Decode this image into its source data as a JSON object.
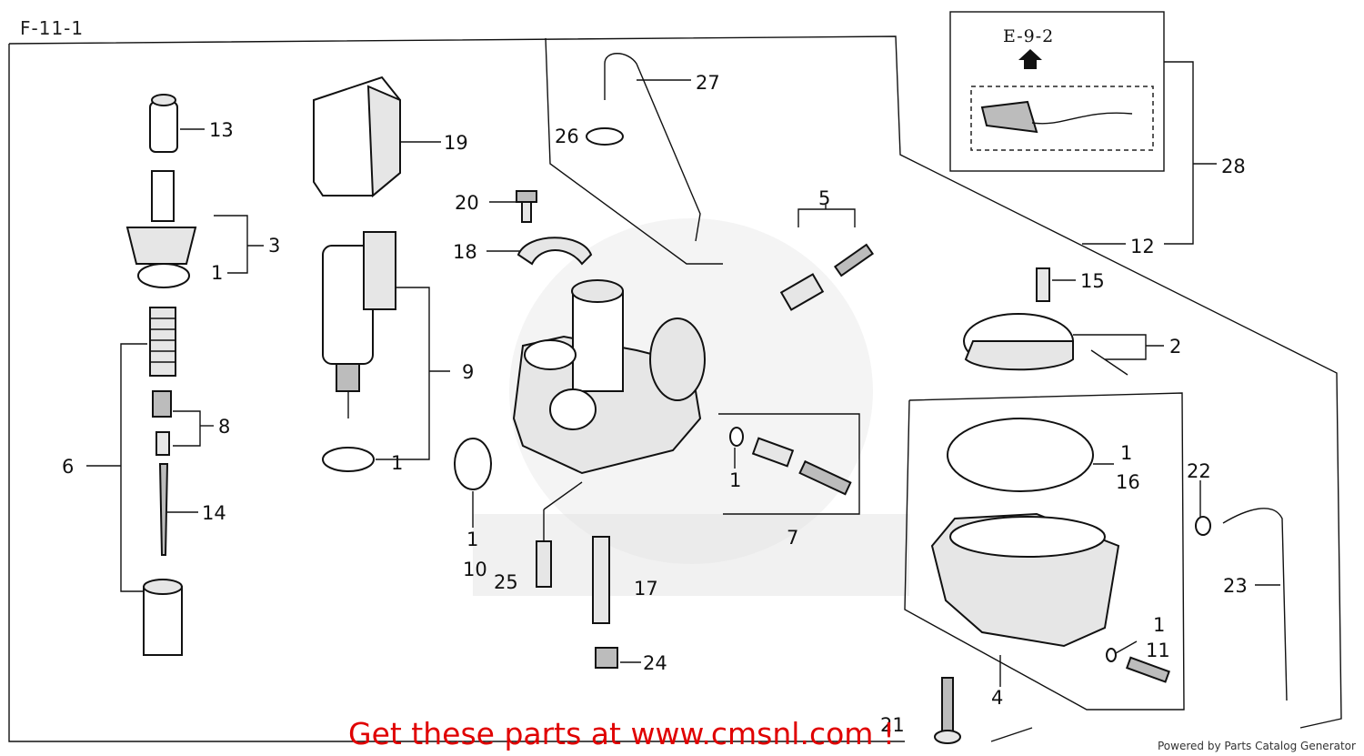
{
  "header": {
    "page_code": "F-11-1"
  },
  "reference_box": {
    "code": "E-9-2"
  },
  "callouts": [
    {
      "id": "13",
      "label": "13"
    },
    {
      "id": "19",
      "label": "19"
    },
    {
      "id": "3",
      "label": "3"
    },
    {
      "id": "1a",
      "label": "1"
    },
    {
      "id": "6",
      "label": "6"
    },
    {
      "id": "8",
      "label": "8"
    },
    {
      "id": "14",
      "label": "14"
    },
    {
      "id": "9",
      "label": "9"
    },
    {
      "id": "1b",
      "label": "1"
    },
    {
      "id": "27",
      "label": "27"
    },
    {
      "id": "26",
      "label": "26"
    },
    {
      "id": "20",
      "label": "20"
    },
    {
      "id": "18",
      "label": "18"
    },
    {
      "id": "5",
      "label": "5"
    },
    {
      "id": "1c",
      "label": "1"
    },
    {
      "id": "10",
      "label": "10"
    },
    {
      "id": "25",
      "label": "25"
    },
    {
      "id": "17",
      "label": "17"
    },
    {
      "id": "24",
      "label": "24"
    },
    {
      "id": "1d",
      "label": "1"
    },
    {
      "id": "7",
      "label": "7"
    },
    {
      "id": "28",
      "label": "28"
    },
    {
      "id": "12",
      "label": "12"
    },
    {
      "id": "15",
      "label": "15"
    },
    {
      "id": "2",
      "label": "2"
    },
    {
      "id": "1e",
      "label": "1"
    },
    {
      "id": "16",
      "label": "16"
    },
    {
      "id": "22",
      "label": "22"
    },
    {
      "id": "23",
      "label": "23"
    },
    {
      "id": "1f",
      "label": "1"
    },
    {
      "id": "11",
      "label": "11"
    },
    {
      "id": "4",
      "label": "4"
    },
    {
      "id": "21",
      "label": "21"
    }
  ],
  "footer": {
    "promo_text": "Get these parts at www.cmsnl.com !",
    "powered_by": "Powered by Parts Catalog Generator"
  },
  "colors": {
    "promo": "#e00000",
    "lines": "#111111"
  }
}
